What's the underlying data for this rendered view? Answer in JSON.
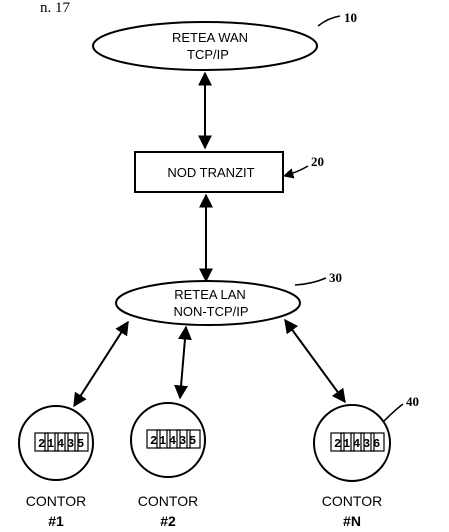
{
  "header_fragment": "n. 17",
  "wan": {
    "line1": "RETEA WAN",
    "line2": "TCP/IP",
    "ref": "10"
  },
  "transit": {
    "label": "NOD TRANZIT",
    "ref": "20"
  },
  "lan": {
    "line1": "RETEA LAN",
    "line2": "NON-TCP/IP",
    "ref": "30"
  },
  "meters_ref": "40",
  "meters": [
    {
      "digits": [
        "2",
        "1",
        "4",
        "3",
        "5"
      ],
      "label": "CONTOR",
      "number": "#1"
    },
    {
      "digits": [
        "2",
        "1",
        "4",
        "3",
        "5"
      ],
      "label": "CONTOR",
      "number": "#2"
    },
    {
      "digits": [
        "2",
        "1",
        "4",
        "3",
        "6"
      ],
      "label": "CONTOR",
      "number": "#N"
    }
  ]
}
